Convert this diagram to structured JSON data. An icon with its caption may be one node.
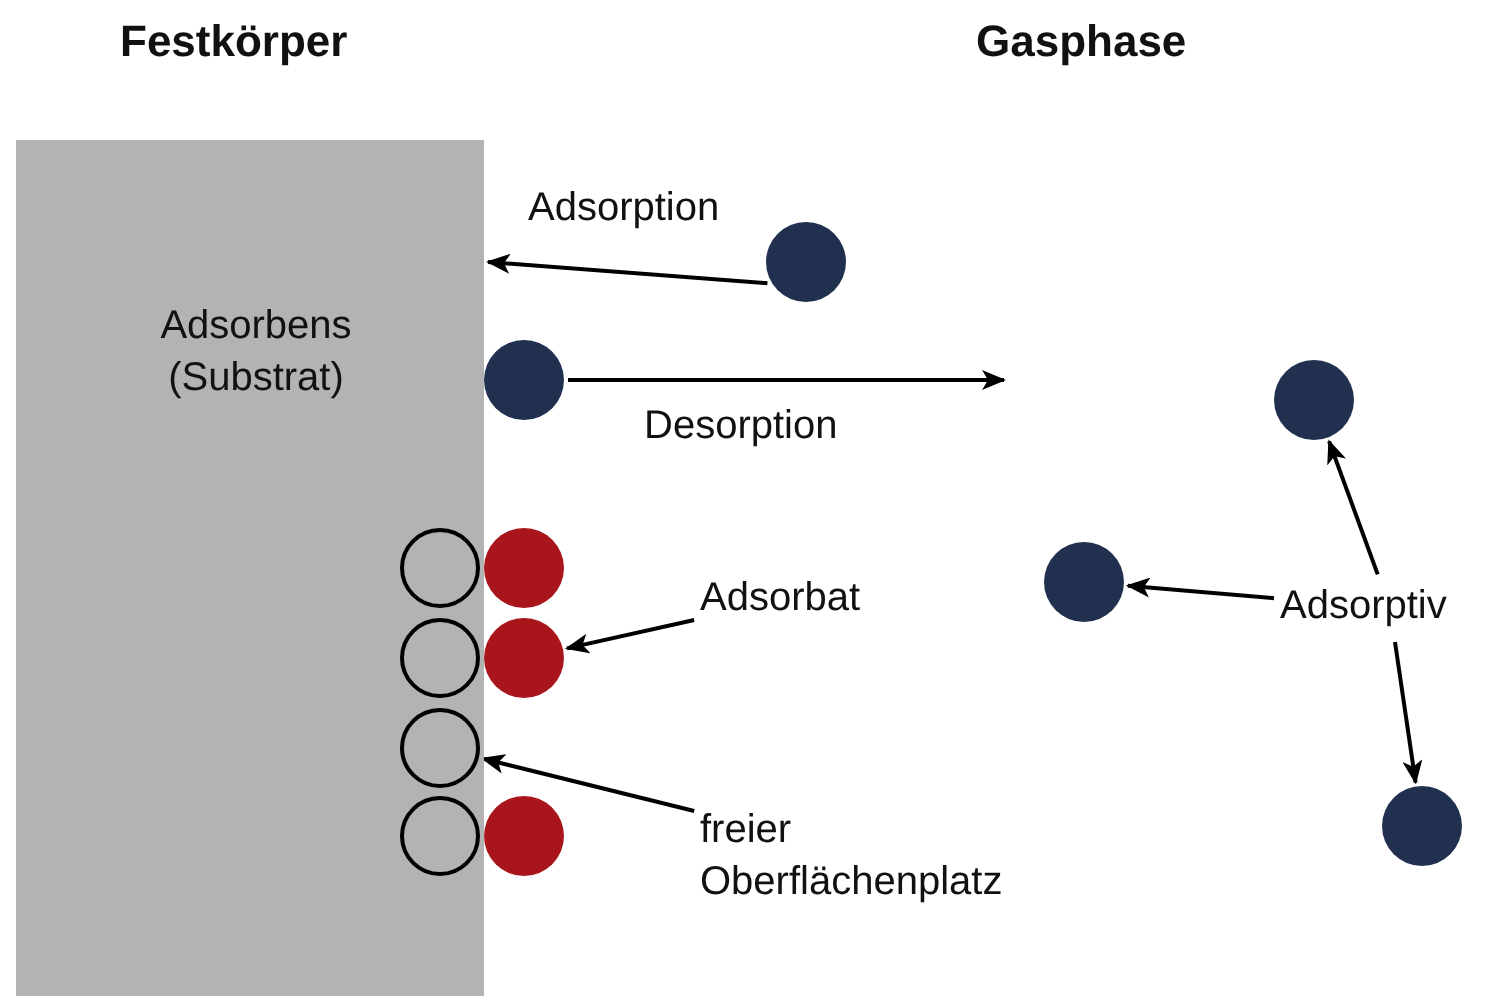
{
  "diagram": {
    "nodes": [
      {
        "text": [
          "Adsorbens (Substrat)"
        ]
      },
      {
        "text": [],
        "shape": "circle"
      },
      {
        "text": [],
        "shape": "circle"
      },
      {
        "text": [],
        "shape": "circle"
      },
      {
        "text": [],
        "shape": "circle",
        "in": 0
      },
      {
        "text": [],
        "shape": "circle"
      },
      {
        "text": [],
        "shape": "circle"
      },
      {
        "text": [
          "Adsorbat"
        ]
      },
      {
        "text": [],
        "shape": "circle",
        "in": 0
      },
      {
        "text": [],
        "shape": "circle"
      },
      {
        "text": [
          "Adsorptiv"
        ]
      },
      {
        "text": [],
        "shape": "circle",
        "in": 0
      },
      {
        "text": [],
        "shape": "circle",
        "in": 0
      },
      {
        "text": [],
        "shape": "circle"
      },
      {
        "text": [
          "freier Oberflächenplatz"
        ]
      },
      {
        "text": [],
        "shape": "circle"
      }
    ],
    "edges": [
      {
        "from": 1,
        "to": 0,
        "arrow": "to",
        "label": "Adsorption"
      },
      {
        "from": 2,
        "to": null,
        "arrow": "to",
        "label": "Desorption"
      },
      {
        "from": 7,
        "to": 9,
        "arrow": "to"
      },
      {
        "from": 14,
        "to": 11,
        "arrow": "to"
      },
      {
        "from": 10,
        "to": 6,
        "arrow": "to"
      },
      {
        "from": 10,
        "to": 3,
        "arrow": "to"
      },
      {
        "from": 10,
        "to": 15,
        "arrow": "to"
      }
    ],
    "labels": [
      "Festkörper",
      "Gasphase"
    ]
  }
}
